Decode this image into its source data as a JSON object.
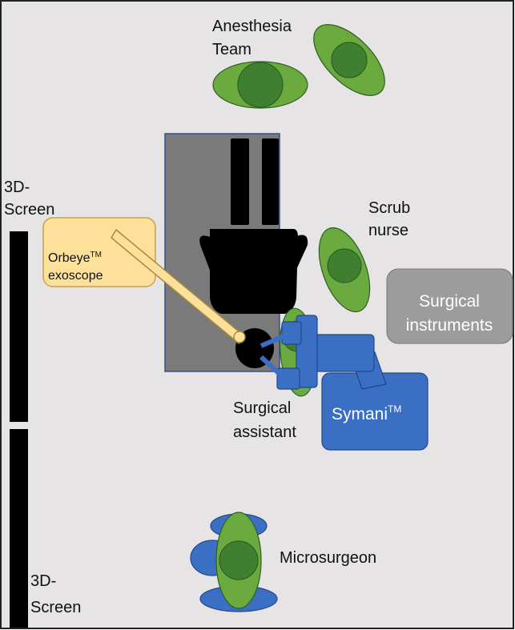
{
  "labels": {
    "anesthesia_line1": "Anesthesia",
    "anesthesia_line2": "Team",
    "screen_top_line1": "3D-",
    "screen_top_line2": "Screen",
    "screen_bottom_line1": "3D-",
    "screen_bottom_line2": "Screen",
    "scrub_line1": "Scrub",
    "scrub_line2": "nurse",
    "instruments_line1": "Surgical",
    "instruments_line2": "instruments",
    "orbeye_name": "Orbeye",
    "orbeye_tm": "TM",
    "orbeye_line2": "exoscope",
    "assistant_line1": "Surgical",
    "assistant_line2": "assistant",
    "symani_name": "Symani",
    "symani_tm": "TM",
    "microsurgeon": "Microsurgeon"
  },
  "colors": {
    "room_floor": "#e6e4e5",
    "table": "#7a7a7a",
    "person_outer": "#6aaa3e",
    "person_head": "#3f8030",
    "robot": "#3a6fc4",
    "exoscope_box": "#fde19a",
    "instruments_box": "#9c9c9c",
    "patient": "#000000"
  }
}
